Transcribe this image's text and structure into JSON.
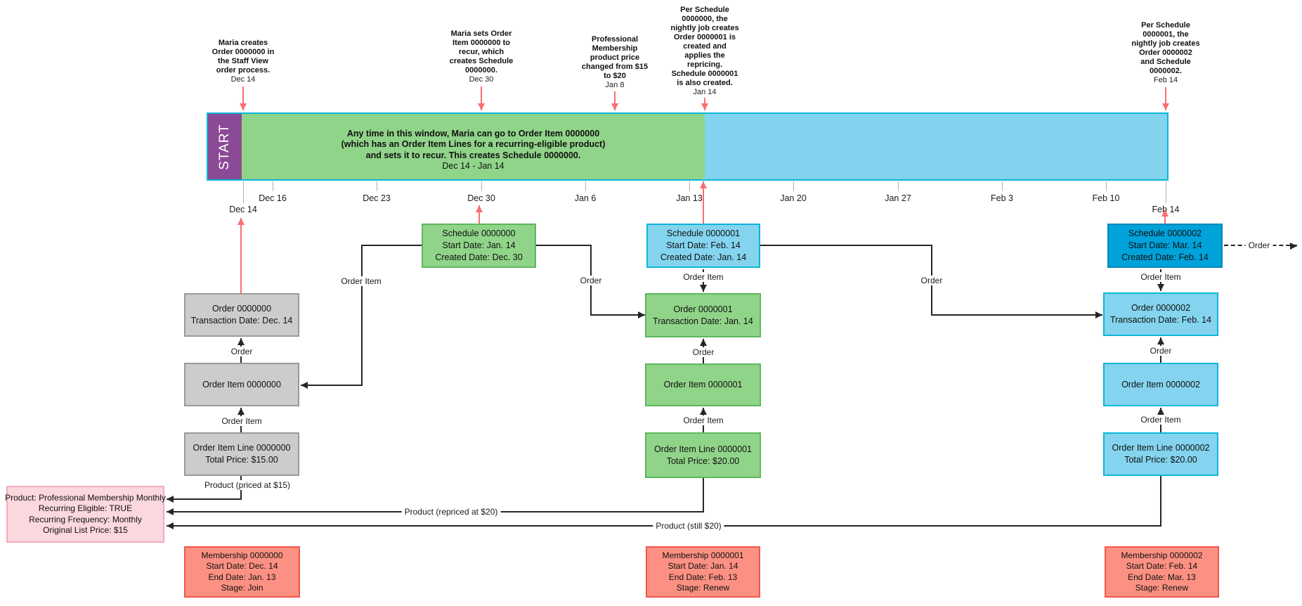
{
  "annotations": [
    {
      "body": "Maria creates\nOrder 0000000 in\nthe Staff View\norder process.",
      "date": "Dec 14"
    },
    {
      "body": "Maria sets Order\nItem 0000000 to\nrecur, which\ncreates Schedule\n0000000.",
      "date": "Dec 30"
    },
    {
      "body": "Professional\nMembership\nproduct price\nchanged from $15\nto $20",
      "date": "Jan 8"
    },
    {
      "body": "Per Schedule\n0000000, the\nnightly job creates\nOrder 0000001 is\ncreated and\napplies the\nrepricing.\nSchedule 0000001\nis also created.",
      "date": "Jan 14"
    },
    {
      "body": "Per Schedule\n0000001, the\nnightly job creates\nOrder 0000002\nand Schedule\n0000002.",
      "date": "Feb 14"
    }
  ],
  "timeline": {
    "start_label": "START",
    "window_note": "Any time in this window, Maria can go to Order Item 0000000\n(which has an Order Item Lines for a recurring-eligible product)\nand sets it to recur. This creates Schedule 0000000.",
    "window_dates": "Dec 14 - Jan 14",
    "axis": [
      "Dec 14",
      "Dec 16",
      "Dec 23",
      "Dec 30",
      "Jan 6",
      "Jan 13",
      "Jan 20",
      "Jan 27",
      "Feb 3",
      "Feb 10",
      "Feb 14"
    ]
  },
  "nodes": {
    "schedule0": {
      "lines": [
        "Schedule 0000000",
        "Start Date: Jan. 14",
        "Created Date: Dec. 30"
      ]
    },
    "schedule1": {
      "lines": [
        "Schedule 0000001",
        "Start Date: Feb. 14",
        "Created Date: Jan. 14"
      ]
    },
    "schedule2": {
      "lines": [
        "Schedule 0000002",
        "Start Date: Mar. 14",
        "Created Date: Feb. 14"
      ]
    },
    "order0": {
      "lines": [
        "Order 0000000",
        "Transaction Date: Dec. 14"
      ]
    },
    "order1": {
      "lines": [
        "Order 0000001",
        "Transaction Date: Jan. 14"
      ]
    },
    "order2": {
      "lines": [
        "Order 0000002",
        "Transaction Date: Feb. 14"
      ]
    },
    "order_item0": {
      "lines": [
        "Order Item 0000000"
      ]
    },
    "order_item1": {
      "lines": [
        "Order Item 0000001"
      ]
    },
    "order_item2": {
      "lines": [
        "Order Item 0000002"
      ]
    },
    "order_item_line0": {
      "lines": [
        "Order Item Line 0000000",
        "Total Price: $15.00"
      ]
    },
    "order_item_line1": {
      "lines": [
        "Order Item Line 0000001",
        "Total Price: $20.00"
      ]
    },
    "order_item_line2": {
      "lines": [
        "Order Item Line 0000002",
        "Total Price: $20.00"
      ]
    },
    "product": {
      "lines": [
        "Product: Professional Membership Monthly",
        "Recurring Eligible: TRUE",
        "Recurring Frequency: Monthly",
        "Original List Price: $15"
      ]
    },
    "membership0": {
      "lines": [
        "Membership 0000000",
        "Start Date: Dec. 14",
        "End Date: Jan. 13",
        "Stage: Join"
      ]
    },
    "membership1": {
      "lines": [
        "Membership 0000001",
        "Start Date: Jan. 14",
        "End Date: Feb. 13",
        "Stage: Renew"
      ]
    },
    "membership2": {
      "lines": [
        "Membership 0000002",
        "Start Date: Feb. 14",
        "End Date: Mar. 13",
        "Stage: Renew"
      ]
    }
  },
  "edge_labels": {
    "order": "Order",
    "order_item": "Order Item",
    "product_priced": "Product (priced at $15)",
    "product_repriced": "Product (repriced at $20)",
    "product_still": "Product (still $20)"
  },
  "colors": {
    "window_green": "#90d489",
    "window_blue": "#82d3ee",
    "timeline_border": "#0cb6d8",
    "start_purple": "#8b4a96",
    "schedule2_blue": "#00a2da",
    "gray_node": "#cccccc",
    "pink_node": "#fbd7de",
    "membership_salmon": "#fc9183",
    "event_arrow_red": "#fa6e6e",
    "connector_black": "#262626"
  }
}
